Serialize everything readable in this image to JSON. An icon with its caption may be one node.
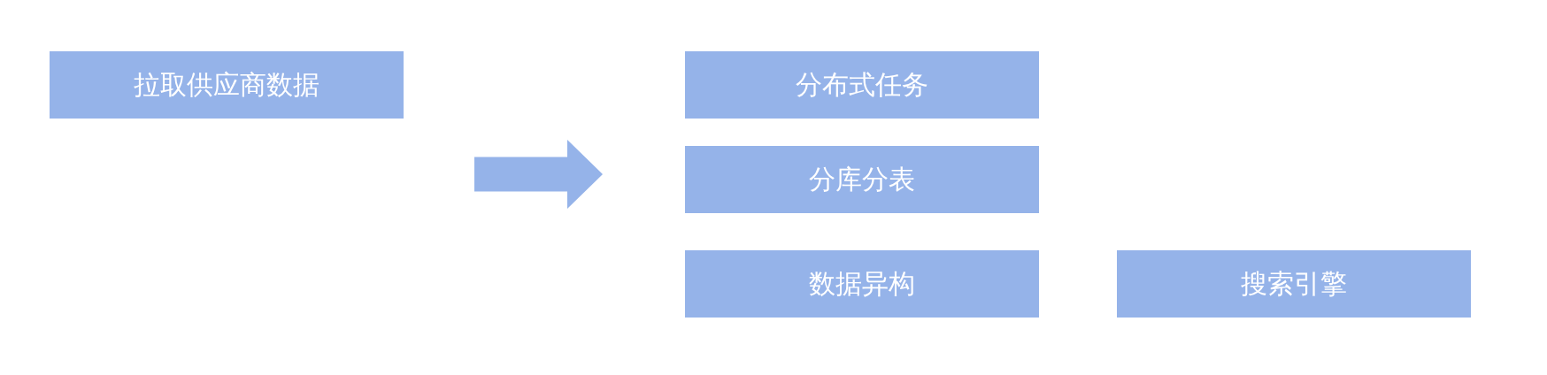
{
  "diagram": {
    "nodes": [
      {
        "text": [
          "拉取供应商数据"
        ]
      },
      {
        "text": [
          "分布式任务"
        ]
      },
      {
        "text": [
          "分库分表"
        ]
      },
      {
        "text": [
          "数据异构"
        ]
      },
      {
        "text": [
          "搜索引擎"
        ]
      }
    ],
    "edges": [
      {
        "from": 0,
        "to": 2,
        "arrow": "to"
      }
    ]
  }
}
